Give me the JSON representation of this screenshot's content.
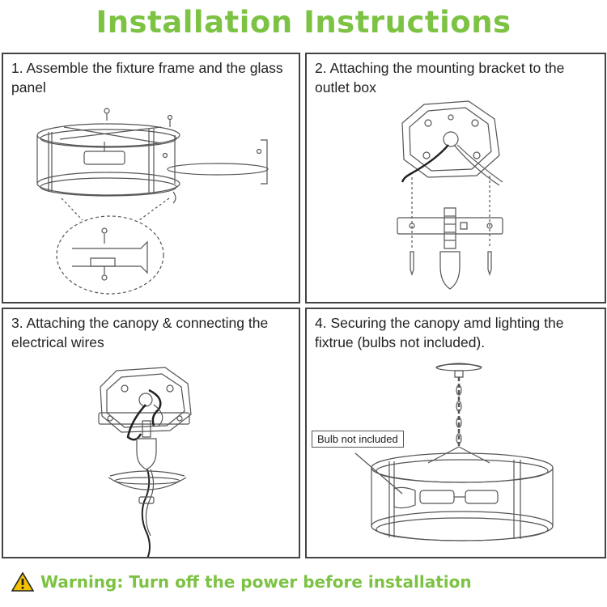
{
  "title": "Installation Instructions",
  "steps": [
    {
      "text": "1. Assemble the fixture frame and the glass panel"
    },
    {
      "text": "2. Attaching the mounting bracket to the outlet box"
    },
    {
      "text": "3. Attaching the canopy & connecting the electrical wires"
    },
    {
      "text": "4. Securing the canopy amd lighting the fixtrue (bulbs not included)."
    }
  ],
  "callout": "Bulb not included",
  "warning": {
    "text": "Warning: Turn off the power before installation",
    "icon": "warning-triangle-icon",
    "icon_color": "#f2c200"
  },
  "colors": {
    "accent": "#7cc243",
    "line": "#555555"
  }
}
